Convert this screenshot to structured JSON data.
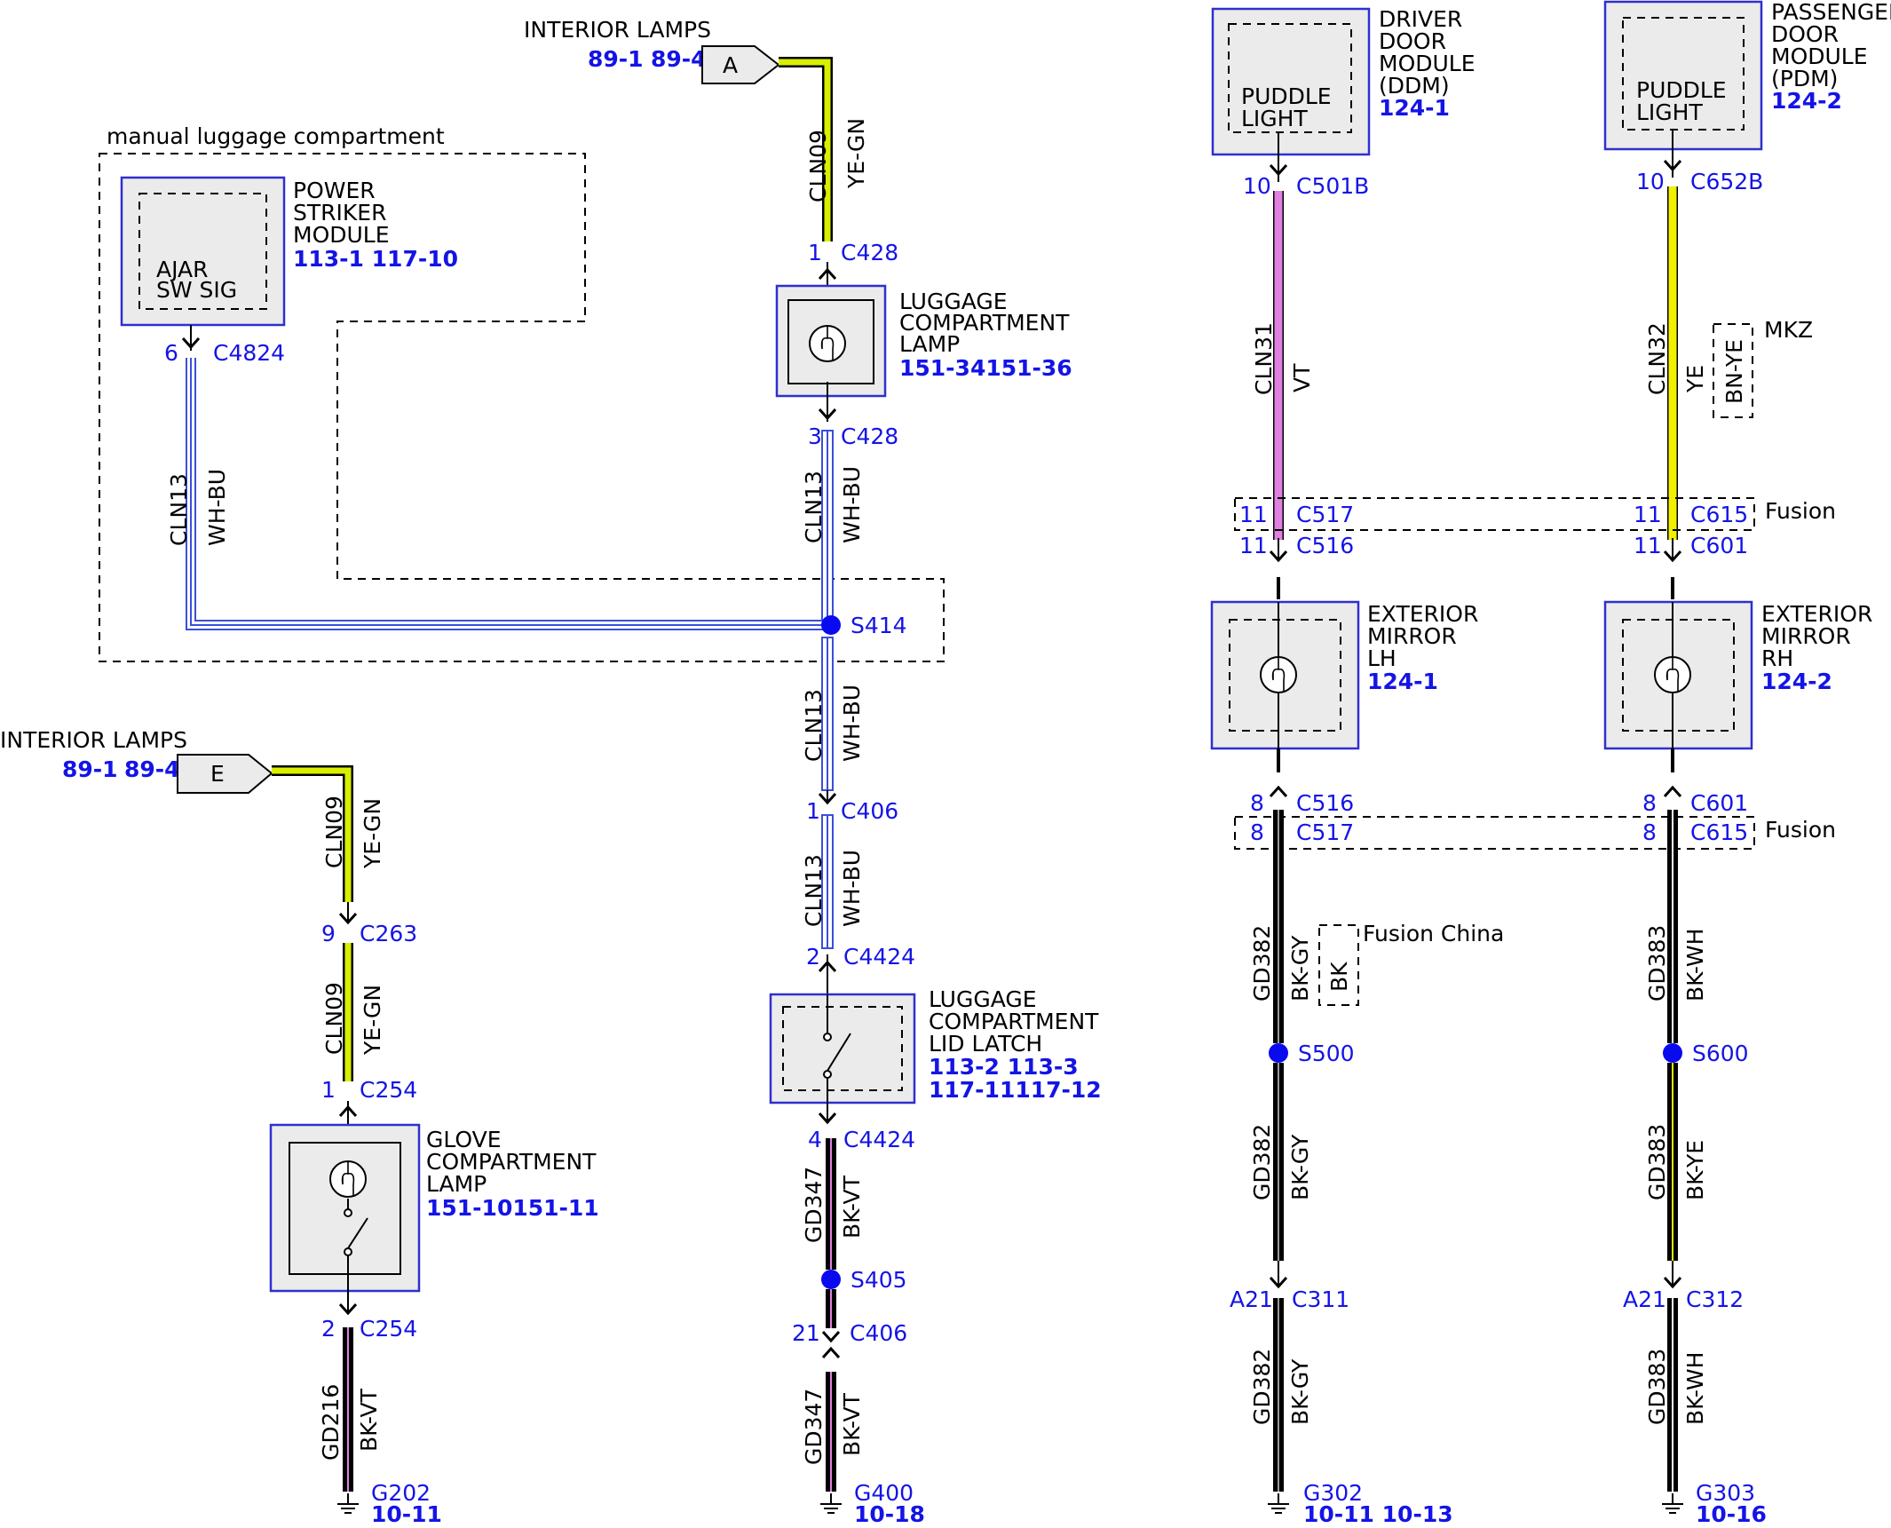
{
  "colors": {
    "pin": "#1414e6",
    "box_border": "#2f2fd0",
    "box_fill": "#ebebeb",
    "splice": "#0a0af0",
    "ye_gn": "#d8f000",
    "vt": "#e080e0",
    "ye": "#f0f000",
    "wh_bu": "#3a4fd8",
    "bk": "#000000"
  },
  "components": {
    "psm": {
      "name": [
        "POWER",
        "STRIKER",
        "MODULE"
      ],
      "refs": "113-1  117-10",
      "inner": [
        "AJAR",
        "SW SIG"
      ],
      "pin": "6",
      "conn": "C4824"
    },
    "lcl": {
      "name": [
        "LUGGAGE",
        "COMPARTMENT",
        "LAMP"
      ],
      "refs": "151-34151-36"
    },
    "latch": {
      "name": [
        "LUGGAGE",
        "COMPARTMENT",
        "LID LATCH"
      ],
      "refs": [
        "113-2 113-3",
        "117-11117-12"
      ]
    },
    "gcl": {
      "name": [
        "GLOVE",
        "COMPARTMENT",
        "LAMP"
      ],
      "refs": "151-10151-11"
    },
    "ddm": {
      "name": [
        "DRIVER",
        "DOOR",
        "MODULE",
        "(DDM)"
      ],
      "refs": "124-1",
      "inner": [
        "PUDDLE",
        "LIGHT"
      ]
    },
    "pdm": {
      "name": [
        "PASSENGER",
        "DOOR",
        "MODULE",
        "(PDM)"
      ],
      "refs": "124-2",
      "inner": [
        "PUDDLE",
        "LIGHT"
      ]
    },
    "mirlh": {
      "name": [
        "EXTERIOR",
        "MIRROR",
        "LH"
      ],
      "refs": "124-1"
    },
    "mirrh": {
      "name": [
        "EXTERIOR",
        "MIRROR",
        "RH"
      ],
      "refs": "124-2"
    }
  },
  "refs": {
    "lampsA": {
      "title": "INTERIOR LAMPS",
      "r1": "89-1",
      "r2": "89-4",
      "tag": "A"
    },
    "lampsE": {
      "title": "INTERIOR LAMPS",
      "r1": "89-1",
      "r2": "89-4",
      "tag": "E"
    }
  },
  "regions": {
    "manual": "manual luggage compartment",
    "fusion1": "Fusion",
    "fusion2": "Fusion",
    "mkz": "MKZ",
    "fchina": "Fusion China"
  },
  "connectors": [
    {
      "id": "c428a",
      "pin": "1",
      "conn": "C428"
    },
    {
      "id": "c428b",
      "pin": "3",
      "conn": "C428"
    },
    {
      "id": "c406a",
      "pin": "1",
      "conn": "C406"
    },
    {
      "id": "c4424a",
      "pin": "2",
      "conn": "C4424"
    },
    {
      "id": "c4424b",
      "pin": "4",
      "conn": "C4424"
    },
    {
      "id": "c406b",
      "pin": "21",
      "conn": "C406"
    },
    {
      "id": "c263",
      "pin": "9",
      "conn": "C263"
    },
    {
      "id": "c254a",
      "pin": "1",
      "conn": "C254"
    },
    {
      "id": "c254b",
      "pin": "2",
      "conn": "C254"
    },
    {
      "id": "c501b",
      "pin": "10",
      "conn": "C501B"
    },
    {
      "id": "c652b",
      "pin": "10",
      "conn": "C652B"
    },
    {
      "id": "c517a",
      "pin": "11",
      "conn": "C517"
    },
    {
      "id": "c615a",
      "pin": "11",
      "conn": "C615"
    },
    {
      "id": "c516a",
      "pin": "11",
      "conn": "C516"
    },
    {
      "id": "c601a",
      "pin": "11",
      "conn": "C601"
    },
    {
      "id": "c516b",
      "pin": "8",
      "conn": "C516"
    },
    {
      "id": "c601b",
      "pin": "8",
      "conn": "C601"
    },
    {
      "id": "c517b",
      "pin": "8",
      "conn": "C517"
    },
    {
      "id": "c615b",
      "pin": "8",
      "conn": "C615"
    },
    {
      "id": "c311",
      "pin": "A21",
      "conn": "C311"
    },
    {
      "id": "c312",
      "pin": "A21",
      "conn": "C312"
    }
  ],
  "wires": [
    {
      "id": "w1",
      "circuit": "CLN09",
      "color": "YE-GN"
    },
    {
      "id": "w2",
      "circuit": "CLN13",
      "color": "WH-BU"
    },
    {
      "id": "w3",
      "circuit": "CLN13",
      "color": "WH-BU"
    },
    {
      "id": "w4",
      "circuit": "CLN13",
      "color": "WH-BU"
    },
    {
      "id": "w5",
      "circuit": "CLN13",
      "color": "WH-BU"
    },
    {
      "id": "w6",
      "circuit": "GD347",
      "color": "BK-VT"
    },
    {
      "id": "w7",
      "circuit": "GD347",
      "color": "BK-VT"
    },
    {
      "id": "w8",
      "circuit": "CLN09",
      "color": "YE-GN"
    },
    {
      "id": "w9",
      "circuit": "CLN09",
      "color": "YE-GN"
    },
    {
      "id": "w10",
      "circuit": "GD216",
      "color": "BK-VT"
    },
    {
      "id": "w11",
      "circuit": "CLN31",
      "color": "VT"
    },
    {
      "id": "w12",
      "circuit": "CLN32",
      "color": "YE"
    },
    {
      "id": "w13",
      "circuit": "GD382",
      "color": "BK-GY"
    },
    {
      "id": "w14",
      "circuit": "GD382",
      "color": "BK-GY"
    },
    {
      "id": "w15",
      "circuit": "GD382",
      "color": "BK-GY"
    },
    {
      "id": "w16",
      "circuit": "GD383",
      "color": "BK-WH"
    },
    {
      "id": "w17",
      "circuit": "GD383",
      "color": "BK-YE"
    },
    {
      "id": "w18",
      "circuit": "GD383",
      "color": "BK-WH"
    }
  ],
  "alt_colors": {
    "mkz": "BN-YE",
    "fchina": "BK"
  },
  "splices": [
    {
      "id": "s414",
      "label": "S414"
    },
    {
      "id": "s405",
      "label": "S405"
    },
    {
      "id": "s500",
      "label": "S500"
    },
    {
      "id": "s600",
      "label": "S600"
    }
  ],
  "grounds": [
    {
      "id": "g202",
      "label": "G202",
      "ref": "10-11"
    },
    {
      "id": "g400",
      "label": "G400",
      "ref": "10-18"
    },
    {
      "id": "g302",
      "label": "G302",
      "ref": "10-11 10-13"
    },
    {
      "id": "g303",
      "label": "G303",
      "ref": "10-16"
    }
  ]
}
